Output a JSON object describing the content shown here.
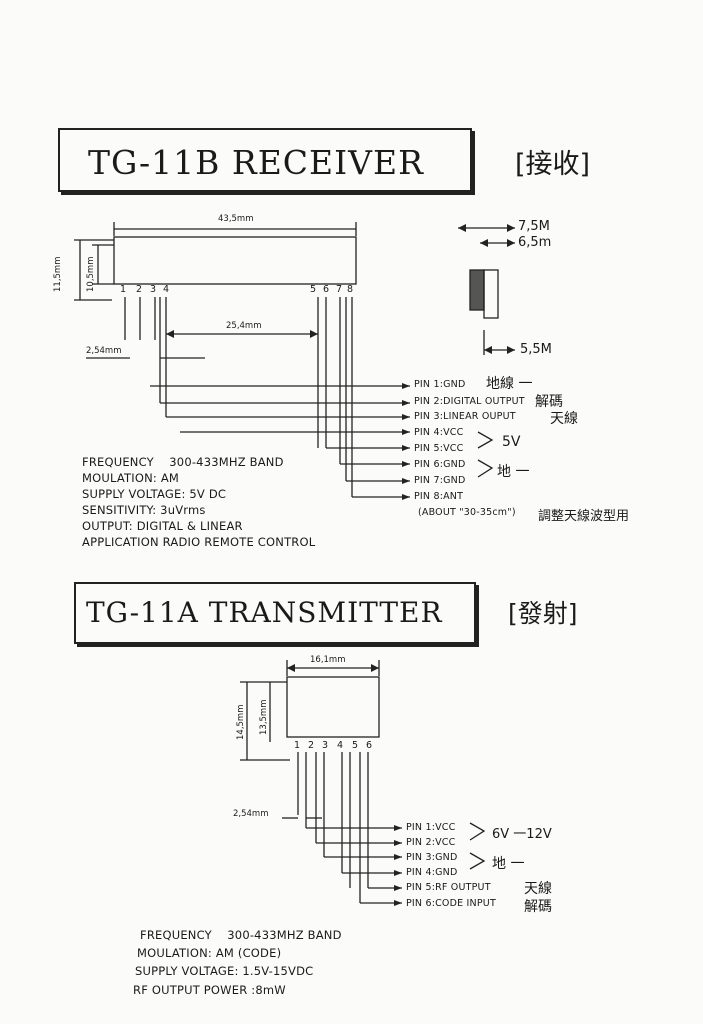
{
  "receiver": {
    "title": "TG-11B RECEIVER",
    "title_cn": "[接收]",
    "dim_width": "43,5mm",
    "dim_height_outer": "11,5mm",
    "dim_height_inner": "10,5mm",
    "pin_numbers_left": [
      "1",
      "2",
      "3",
      "4"
    ],
    "pin_numbers_right": [
      "5",
      "6",
      "7",
      "8"
    ],
    "dim_pin_gap": "25,4mm",
    "dim_pitch": "2,54mm",
    "side_dims": [
      "7,5M",
      "6,5m",
      "5,5M"
    ],
    "pins": [
      {
        "label": "PIN 1:GND",
        "note": "地線 一"
      },
      {
        "label": "PIN 2:DIGITAL OUTPUT",
        "note": "解碼"
      },
      {
        "label": "PIN 3:LINEAR OUPUT",
        "note": "天線"
      },
      {
        "label": "PIN 4:VCC",
        "note": ""
      },
      {
        "label": "PIN 5:VCC",
        "note": ""
      },
      {
        "label": "PIN 6:GND",
        "note": ""
      },
      {
        "label": "PIN 7:GND",
        "note": ""
      },
      {
        "label": "PIN 8:ANT",
        "note": ""
      }
    ],
    "vcc_group_note": "5V",
    "gnd_group_note": "地 一",
    "ant_note": "(ABOUT \"30-35cm\")",
    "ant_note_cn": "調整天線波型用",
    "specs": [
      "FREQUENCY    300-433MHZ BAND",
      "MOULATION: AM",
      "SUPPLY VOLTAGE: 5V DC",
      "SENSITIVITY: 3uVrms",
      "OUTPUT: DIGITAL & LINEAR",
      "APPLICATION RADIO REMOTE CONTROL"
    ]
  },
  "transmitter": {
    "title": "TG-11A TRANSMITTER",
    "title_cn": "[發射]",
    "dim_width": "16,1mm",
    "dim_height_outer": "14,5mm",
    "dim_height_inner": "13,5mm",
    "pin_numbers": [
      "1",
      "2",
      "3",
      "4",
      "5",
      "6"
    ],
    "dim_pitch": "2,54mm",
    "pins": [
      {
        "label": "PIN 1:VCC",
        "note": ""
      },
      {
        "label": "PIN 2:VCC",
        "note": ""
      },
      {
        "label": "PIN 3:GND",
        "note": ""
      },
      {
        "label": "PIN 4:GND",
        "note": ""
      },
      {
        "label": "PIN 5:RF OUTPUT",
        "note": "天線"
      },
      {
        "label": "PIN 6:CODE INPUT",
        "note": "解碼"
      }
    ],
    "vcc_group_note": "6V 一12V",
    "gnd_group_note": "地 一",
    "specs": [
      "FREQUENCY    300-433MHZ BAND",
      "MOULATION: AM (CODE)",
      "SUPPLY VOLTAGE: 1.5V-15VDC",
      "RF OUTPUT POWER :8mW"
    ]
  }
}
